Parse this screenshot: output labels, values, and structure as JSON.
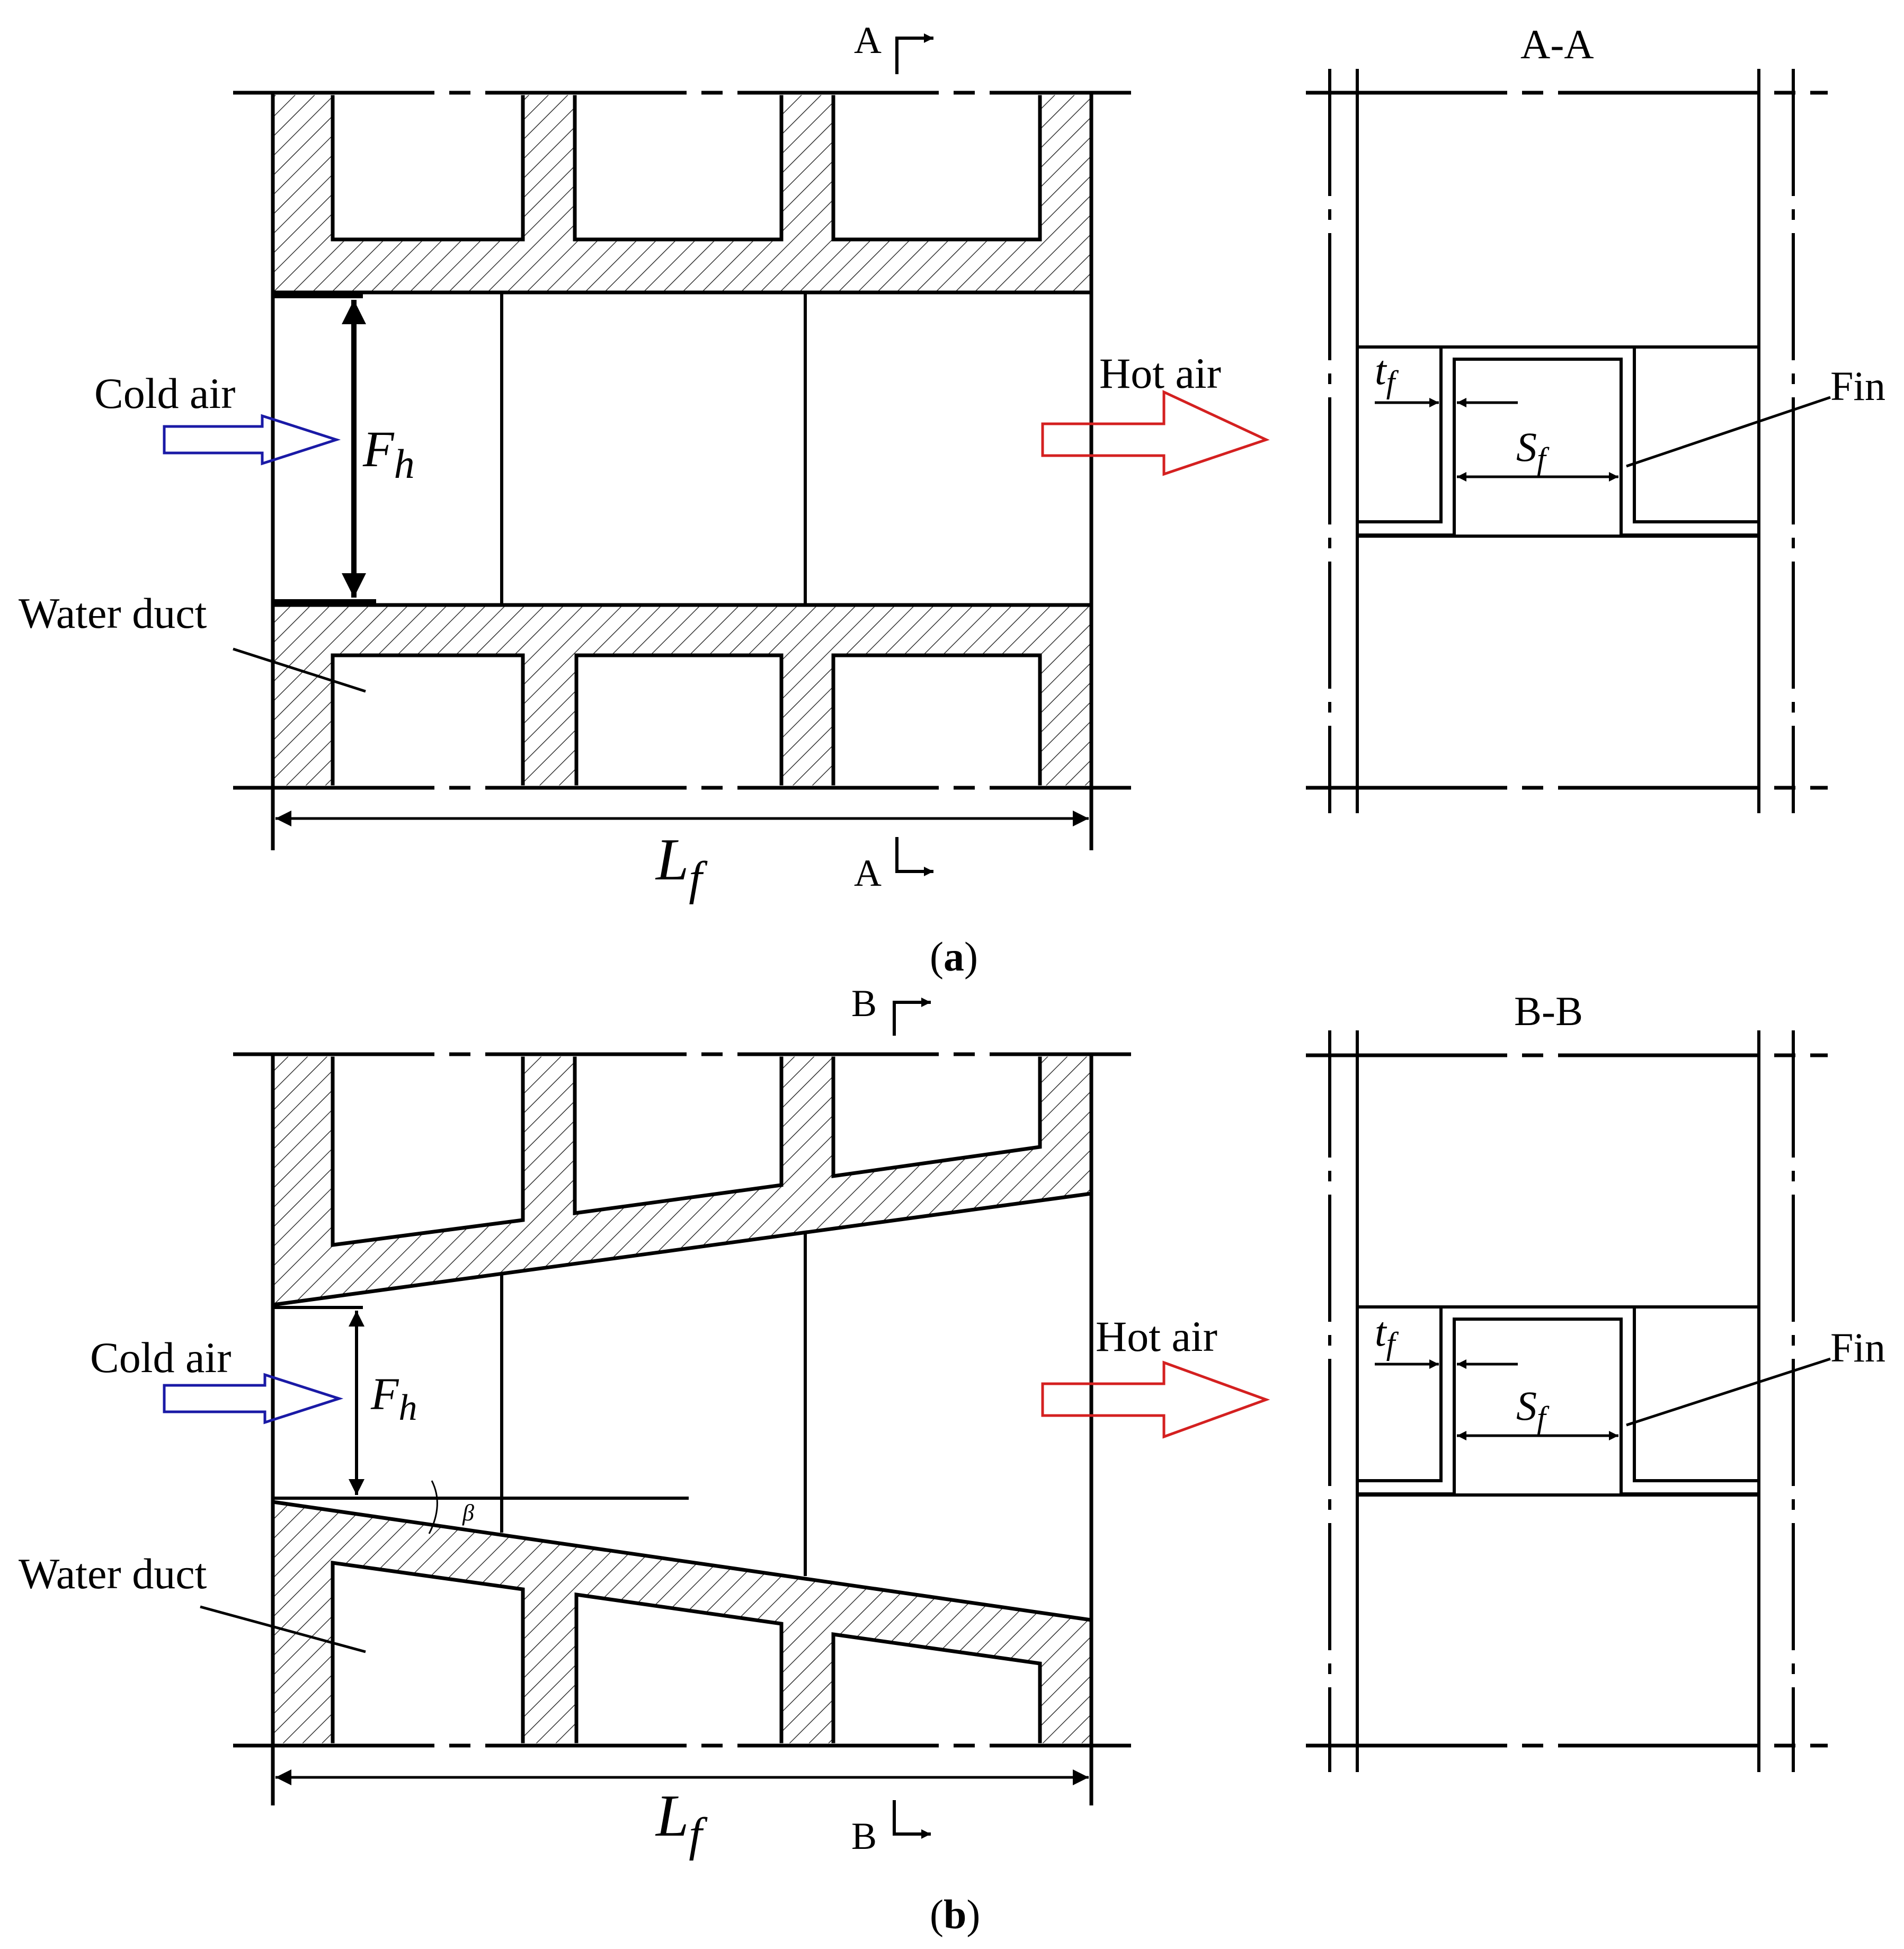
{
  "colors": {
    "cold": "#1a1aa6",
    "hot": "#d42020",
    "ink": "#000000",
    "hatch": "#333333"
  },
  "panel_a": {
    "caption_open": "(",
    "caption_letter": "a",
    "caption_close": ")",
    "section_letter": "A",
    "section_title": "A-A",
    "cold_air": "Cold air",
    "hot_air": "Hot air",
    "water_duct": "Water duct",
    "fin": "Fin",
    "fh_main": "F",
    "fh_sub": "h",
    "lf_main": "L",
    "lf_sub": "f",
    "tf_main": "t",
    "tf_sub": "f",
    "sf_main": "S",
    "sf_sub": "f"
  },
  "panel_b": {
    "caption_open": "(",
    "caption_letter": "b",
    "caption_close": ")",
    "section_letter": "B",
    "section_title": "B-B",
    "cold_air": "Cold air",
    "hot_air": "Hot air",
    "water_duct": "Water duct",
    "fin": "Fin",
    "fh_main": "F",
    "fh_sub": "h",
    "lf_main": "L",
    "lf_sub": "f",
    "tf_main": "t",
    "tf_sub": "f",
    "sf_main": "S",
    "sf_sub": "f",
    "angle": "β"
  }
}
